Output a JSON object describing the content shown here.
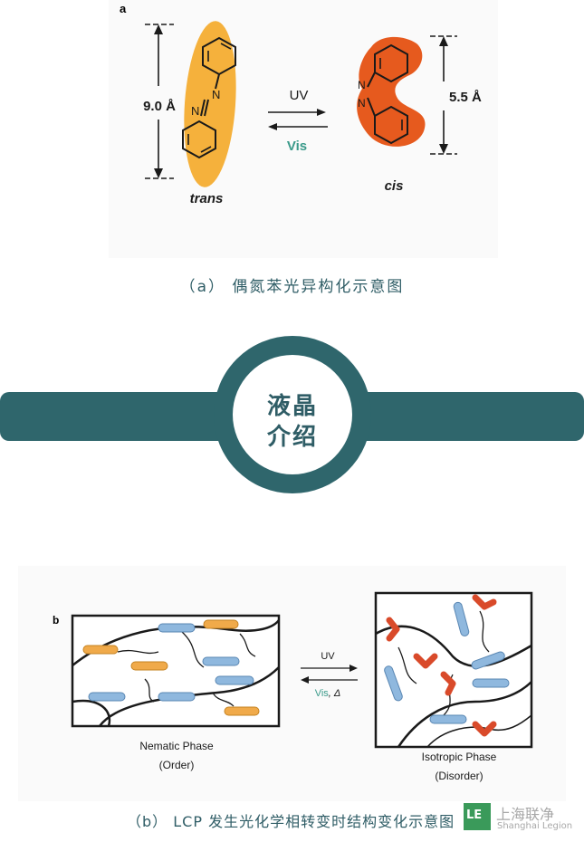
{
  "panel_a": {
    "label": "a",
    "trans_length": "9.0 Å",
    "cis_length": "5.5 Å",
    "uv": "UV",
    "vis": "Vis",
    "trans": "trans",
    "cis": "cis",
    "n1": "N",
    "n2": "N",
    "colors": {
      "trans_fill": "#f5b13c",
      "cis_fill": "#e65a1e",
      "vis_text": "#3a9a8a"
    }
  },
  "caption_a": "（a） 偶氮苯光异构化示意图",
  "banner": {
    "line1": "液晶",
    "line2": "介绍",
    "color": "#2f666c"
  },
  "panel_b": {
    "label": "b",
    "uv": "UV",
    "vis": "Vis",
    "delta": ", Δ",
    "nematic": "Nematic Phase",
    "order": "(Order)",
    "isotropic": "Isotropic Phase",
    "disorder": "(Disorder)",
    "colors": {
      "rod_blue": "#8fb8de",
      "rod_orange": "#f0aa4a",
      "rod_red": "#d94a2a"
    }
  },
  "caption_b": "（b） LCP 发生光化学相转变时结构变化示意图",
  "logo": {
    "mark": "LE",
    "cn": "上海联净",
    "en": "Shanghai Legion"
  }
}
